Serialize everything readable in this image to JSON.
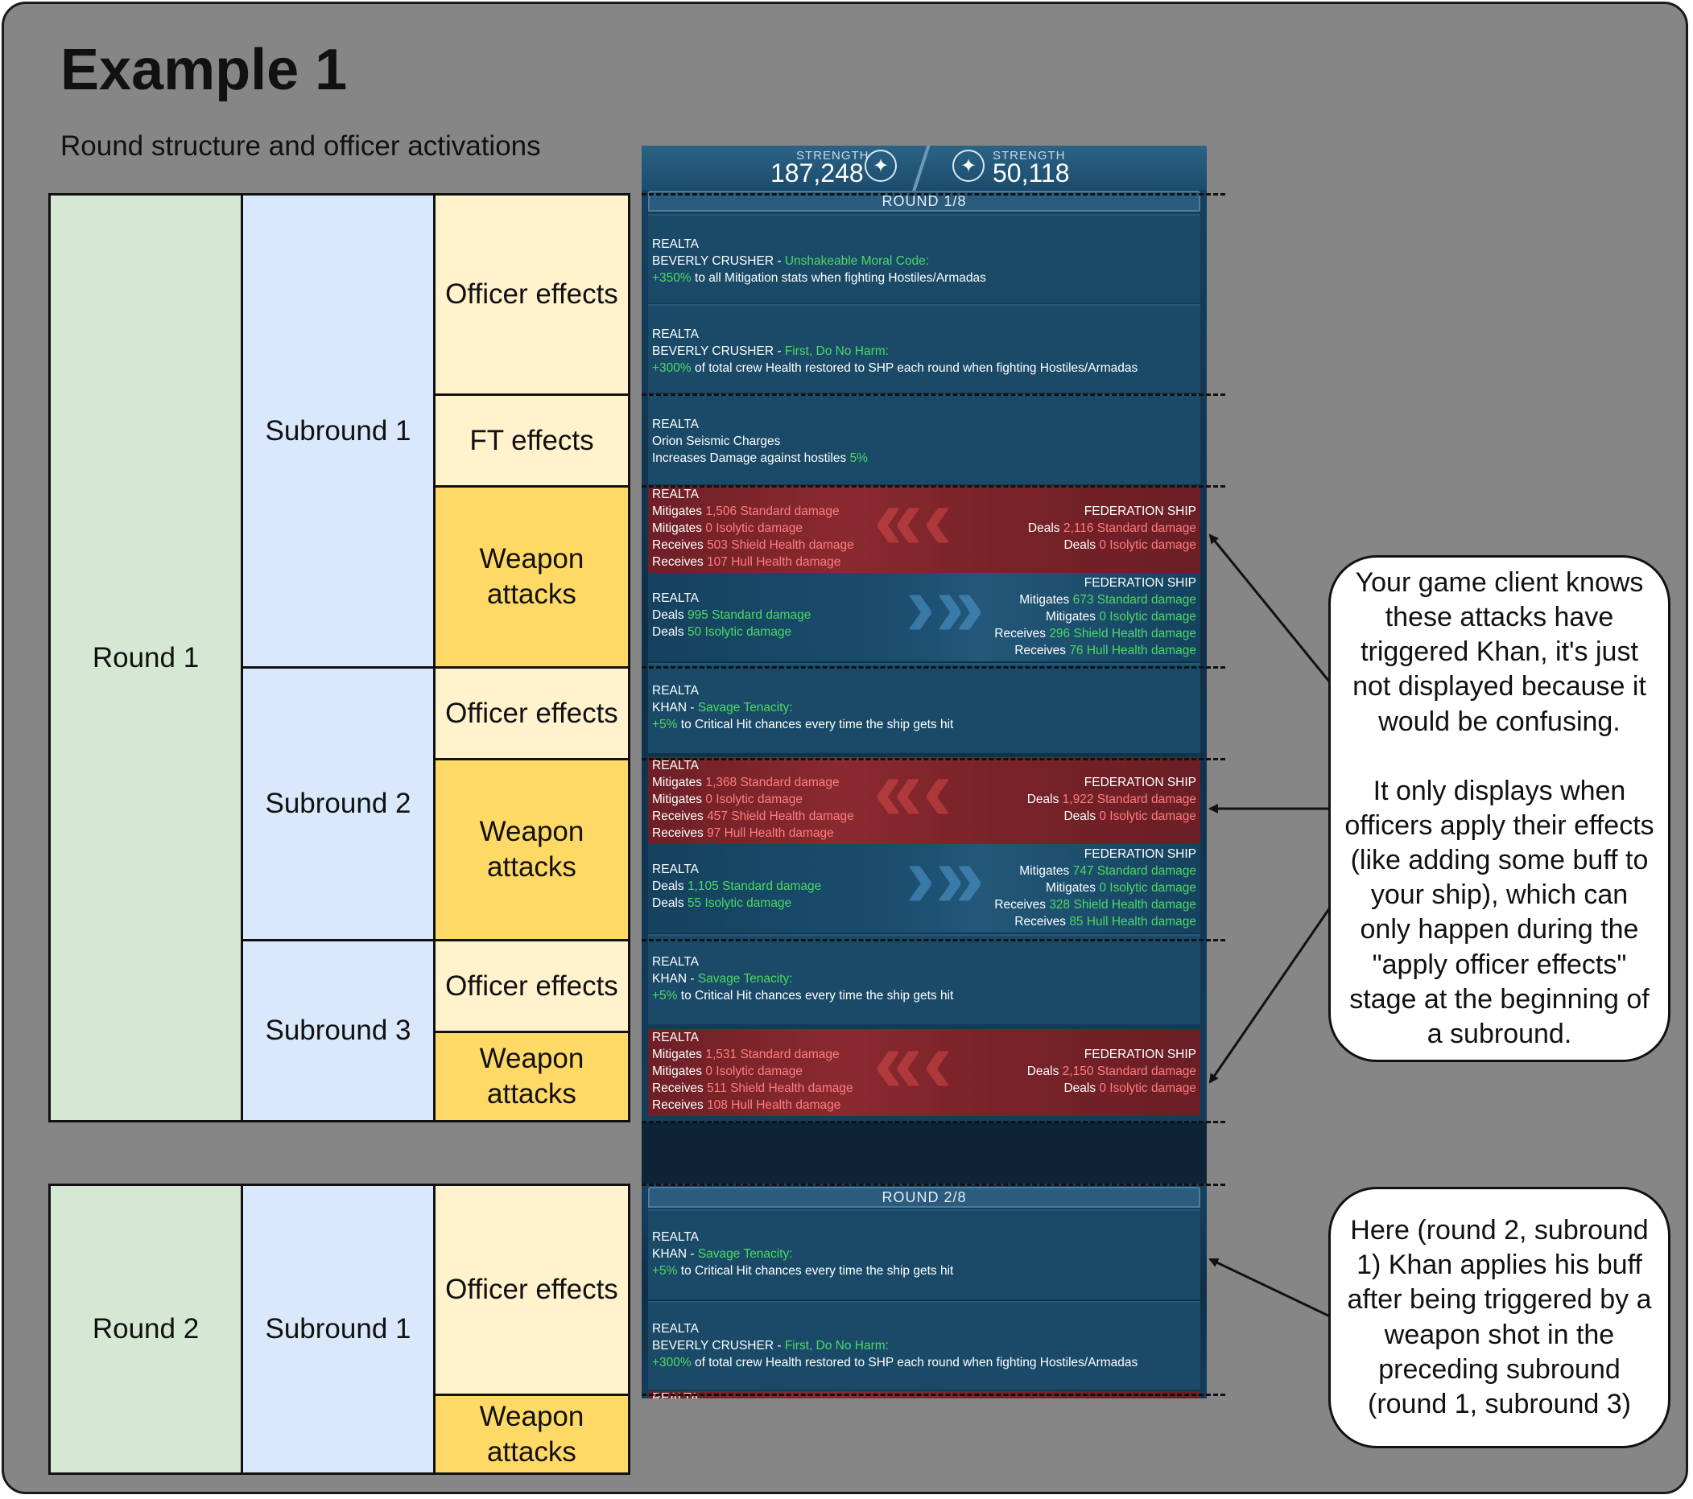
{
  "title": "Example 1",
  "subtitle": "Round structure and officer activations",
  "table1": {
    "round": "Round 1",
    "subrounds": [
      "Subround 1",
      "Subround 2",
      "Subround 3"
    ],
    "phases": {
      "s1_officer": "Officer effects",
      "s1_ft": "FT effects",
      "s1_weapon": "Weapon attacks",
      "s2_officer": "Officer effects",
      "s2_weapon": "Weapon attacks",
      "s3_officer": "Officer effects",
      "s3_weapon": "Weapon attacks"
    }
  },
  "table2": {
    "round": "Round 2",
    "subround": "Subround 1",
    "officer": "Officer effects",
    "weapon": "Weapon attacks"
  },
  "game": {
    "header": {
      "label": "STRENGTH",
      "left_value": "187,248",
      "right_value": "50,118",
      "icon": "✦"
    },
    "round1_label": "ROUND 1/8",
    "round2_label": "ROUND 2/8",
    "e1": {
      "l1": "REALTA",
      "l2a": "BEVERLY CRUSHER - ",
      "l2b": "Unshakeable Moral Code:",
      "l3a": "+350%",
      "l3b": " to all Mitigation stats when fighting Hostiles/Armadas"
    },
    "e2": {
      "l1": "REALTA",
      "l2a": "BEVERLY CRUSHER - ",
      "l2b": "First, Do No Harm:",
      "l3a": "+300%",
      "l3b": " of total crew Health restored to SHP each round when fighting Hostiles/Armadas"
    },
    "e3": {
      "l1": "REALTA",
      "l2": "Orion Seismic Charges",
      "l3a": "Increases Damage against hostiles ",
      "l3b": "5%"
    },
    "w1": {
      "left": {
        "l1": "REALTA",
        "a1": "Mitigates ",
        "v1": "1,506 Standard damage",
        "a2": "Mitigates ",
        "v2": "0 Isolytic damage",
        "a3": "Receives ",
        "v3": "503 Shield Health damage",
        "a4": "Receives ",
        "v4": "107 Hull Health damage"
      },
      "right": {
        "l1": "FEDERATION SHIP",
        "a1": "Deals ",
        "v1": "2,116 Standard damage",
        "a2": "Deals ",
        "v2": "0 Isolytic damage"
      }
    },
    "w2": {
      "left": {
        "l1": "REALTA",
        "a1": "Deals ",
        "v1": "995 Standard damage",
        "a2": "Deals ",
        "v2": "50 Isolytic damage"
      },
      "right": {
        "l1": "FEDERATION SHIP",
        "a1": "Mitigates ",
        "v1": "673 Standard damage",
        "a2": "Mitigates ",
        "v2": "0 Isolytic damage",
        "a3": "Receives ",
        "v3": "296 Shield Health damage",
        "a4": "Receives ",
        "v4": "76 Hull Health damage"
      }
    },
    "k1": {
      "l1": "REALTA",
      "l2a": "KHAN - ",
      "l2b": "Savage Tenacity:",
      "l3a": "+5%",
      "l3b": " to Critical Hit chances every time the ship gets hit"
    },
    "w3": {
      "left": {
        "l1": "REALTA",
        "a1": "Mitigates ",
        "v1": "1,368 Standard damage",
        "a2": "Mitigates ",
        "v2": "0 Isolytic damage",
        "a3": "Receives ",
        "v3": "457 Shield Health damage",
        "a4": "Receives ",
        "v4": "97 Hull Health damage"
      },
      "right": {
        "l1": "FEDERATION SHIP",
        "a1": "Deals ",
        "v1": "1,922 Standard damage",
        "a2": "Deals ",
        "v2": "0 Isolytic damage"
      }
    },
    "w4": {
      "left": {
        "l1": "REALTA",
        "a1": "Deals ",
        "v1": "1,105 Standard damage",
        "a2": "Deals ",
        "v2": "55 Isolytic damage"
      },
      "right": {
        "l1": "FEDERATION SHIP",
        "a1": "Mitigates ",
        "v1": "747 Standard damage",
        "a2": "Mitigates ",
        "v2": "0 Isolytic damage",
        "a3": "Receives ",
        "v3": "328 Shield Health damage",
        "a4": "Receives ",
        "v4": "85 Hull Health damage"
      }
    },
    "k2": {
      "l1": "REALTA",
      "l2a": "KHAN - ",
      "l2b": "Savage Tenacity:",
      "l3a": "+5%",
      "l3b": " to Critical Hit chances every time the ship gets hit"
    },
    "w5": {
      "left": {
        "l1": "REALTA",
        "a1": "Mitigates ",
        "v1": "1,531 Standard damage",
        "a2": "Mitigates ",
        "v2": "0 Isolytic damage",
        "a3": "Receives ",
        "v3": "511 Shield Health damage",
        "a4": "Receives ",
        "v4": "108 Hull Health damage"
      },
      "right": {
        "l1": "FEDERATION SHIP",
        "a1": "Deals ",
        "v1": "2,150 Standard damage",
        "a2": "Deals ",
        "v2": "0 Isolytic damage"
      }
    },
    "k3": {
      "l1": "REALTA",
      "l2a": "KHAN - ",
      "l2b": "Savage Tenacity:",
      "l3a": "+5%",
      "l3b": " to Critical Hit chances every time the ship gets hit"
    },
    "e4": {
      "l1": "REALTA",
      "l2a": "BEVERLY CRUSHER - ",
      "l2b": "First, Do No Harm:",
      "l3a": "+300%",
      "l3b": " of total crew Health restored to SHP each round when fighting Hostiles/Armadas"
    },
    "cut_label": "REALTA"
  },
  "callouts": {
    "top": [
      "Your game client knows",
      "these attacks have",
      "triggered Khan, it's just",
      "not displayed because it",
      "would be confusing.",
      "",
      "It only displays when",
      "officers apply their effects",
      "(like adding some buff to",
      "your ship), which can",
      "only happen during the",
      "\"apply officer effects\"",
      "stage at the beginning of",
      "a subround."
    ],
    "bottom": [
      "Here (round 2, subround",
      "1) Khan applies his buff",
      "after being triggered by a",
      "weapon shot in the",
      "preceding subround",
      "(round 1, subround 3)"
    ]
  }
}
